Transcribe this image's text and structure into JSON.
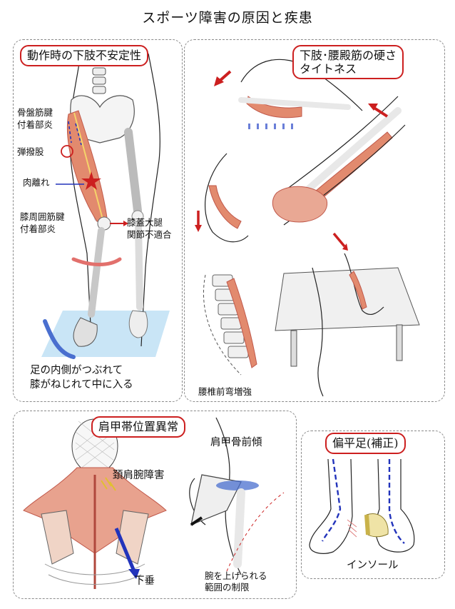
{
  "page": {
    "title": "スポーツ障害の原因と疾患"
  },
  "panels": {
    "lower_limb": {
      "heading": "動作時の下肢不安定性",
      "labels": {
        "pelvic_tendon_1": "骨盤筋腱",
        "pelvic_tendon_2": "付着部炎",
        "snapping_hip": "弾撥股",
        "muscle_strain": "肉離れ",
        "knee_tendon_1": "膝周囲筋腱",
        "knee_tendon_2": "付着部炎",
        "patellofemoral_1": "膝蓋大腿",
        "patellofemoral_2": "関節不適合"
      },
      "caption": [
        "足の内側がつぶれて",
        "膝がねじれて中に入る"
      ]
    },
    "tightness": {
      "heading": [
        "下肢･腰殿筋の硬さ",
        "タイトネス"
      ],
      "lumbar_label": "腰椎前弯増強"
    },
    "shoulder": {
      "heading": "肩甲帯位置異常",
      "neck_label": "頚肩腕障害",
      "droop_label": "下垂",
      "tilt_label": "肩甲骨前傾",
      "limit_caption": [
        "腕を上げられる",
        "範囲の制限"
      ]
    },
    "flatfoot": {
      "heading": "偏平足(補正)",
      "insole_label": "インソール"
    }
  },
  "colors": {
    "accent_red": "#cc1f1f",
    "muscle": "#e28a6e",
    "muscle_dark": "#c0584a",
    "bone": "#f2f2f2",
    "arrow_blue": "#2233bb",
    "floor_blue": "#bfe0f5",
    "skin_line": "#222222",
    "insole_gold": "#c9b24a"
  }
}
